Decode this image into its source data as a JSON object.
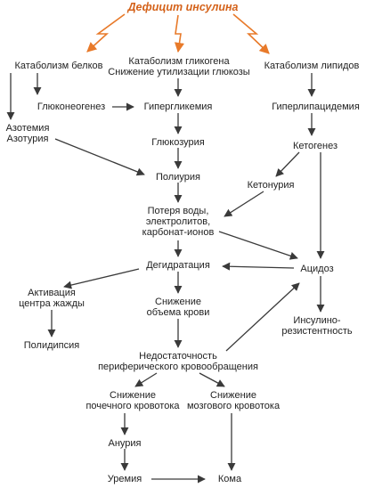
{
  "diagram": {
    "title": "Дефицит инсулина",
    "nodes": {
      "protein_catabolism": "Катаболизм белков",
      "glycogen_catabolism": "Катаболизм гликогена\nСнижение утилизации глюкозы",
      "lipid_catabolism": "Катаболизм липидов",
      "gluconeogenesis": "Глюконеогенез",
      "hyperglycemia": "Гипергликемия",
      "hyperlipidemia": "Гиперлипацидемия",
      "azotemia": "Азотемия\nАзотурия",
      "glucosuria": "Глюкозурия",
      "ketogenesis": "Кетогенез",
      "polyuria": "Полиурия",
      "ketonuria": "Кетонурия",
      "loss": "Потеря воды,\nэлектролитов,\nкарбонат-ионов",
      "acidosis": "Ацидоз",
      "dehydration": "Дегидратация",
      "thirst": "Активация\nцентра жажды",
      "blood_volume": "Снижение\nобъема крови",
      "insulin_resistance": "Инсулино-\nрезистентность",
      "polydipsia": "Полидипсия",
      "circulation": "Недостаточность\nпериферического кровообращения",
      "renal": "Снижение\nпочечного кровотока",
      "cerebral": "Снижение\nмозгового кровотока",
      "anuria": "Анурия",
      "uremia": "Уремия",
      "coma": "Кома"
    },
    "colors": {
      "accent": "#e87a2a",
      "arrow": "#3a3a3a",
      "text": "#222222"
    }
  }
}
